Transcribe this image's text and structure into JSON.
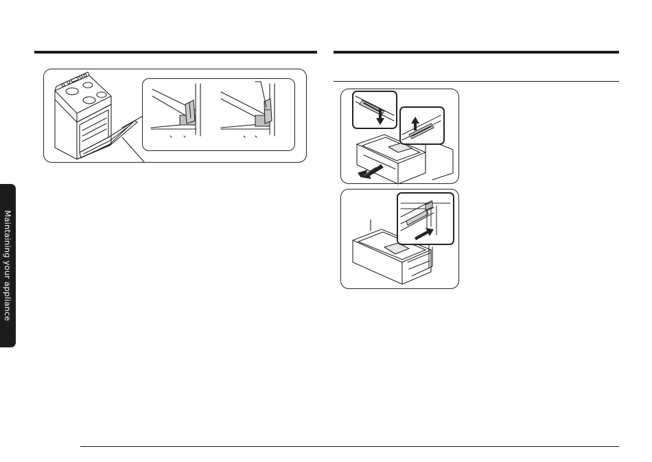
{
  "sidebar": {
    "section_label": "Maintaining your appliance"
  },
  "figures": {
    "left": {
      "oven_illustration": "range with oven door open",
      "hinge_detail_1": "door hinge slot",
      "hinge_detail_2": "door hinge lock with callout"
    },
    "right": {
      "step1_illustration": "drawer removal with slide release levers",
      "step2_illustration": "drawer reinstallation onto rails"
    }
  },
  "colors": {
    "rule": "#1a1a1a",
    "tab_background": "#1c1c1c",
    "tab_text": "#ffffff",
    "line_art": "#222222",
    "shade": "#bfbfbf"
  },
  "icons": {
    "arrow_down": "arrow-down-icon",
    "arrow_up": "arrow-up-icon",
    "arrow_pull": "arrow-pull-icon",
    "arrow_push": "arrow-push-icon"
  }
}
